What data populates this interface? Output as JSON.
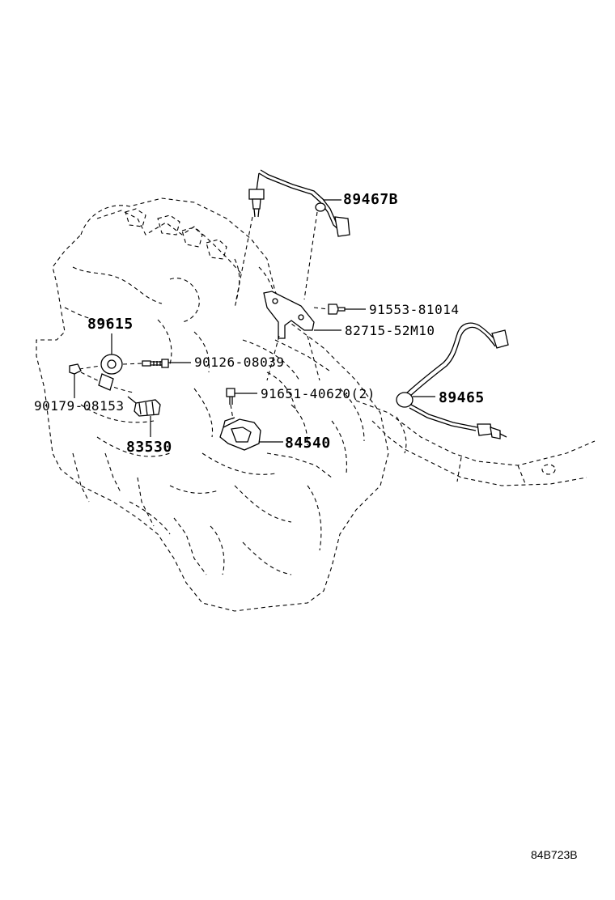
{
  "parts": {
    "p89467b": "89467B",
    "p91553": "91553-81014",
    "p82715": "82715-52M10",
    "p89615": "89615",
    "p90126": "90126-08039",
    "p90179": "90179-08153",
    "p91651": "91651-40620(2)",
    "p89465": "89465",
    "p83530": "83530",
    "p84540": "84540"
  },
  "illustration_id": "84B723B"
}
